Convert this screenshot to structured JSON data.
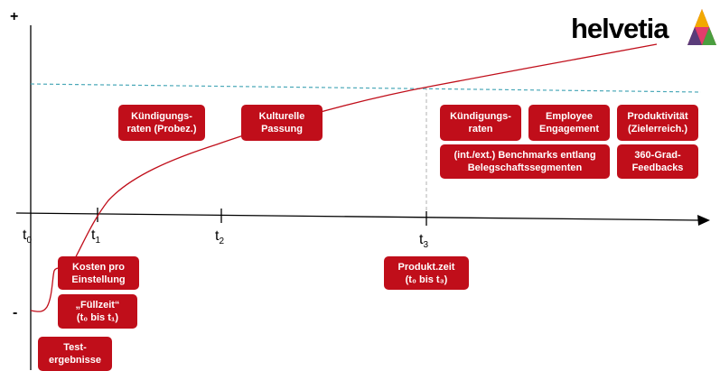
{
  "axis": {
    "plus": "+",
    "minus": "-",
    "t0": {
      "main": "t",
      "sub": "0"
    },
    "t1": {
      "main": "t",
      "sub": "1"
    },
    "t2": {
      "main": "t",
      "sub": "2"
    },
    "t3": {
      "main": "t",
      "sub": "3"
    }
  },
  "logo": {
    "text": "helvetia",
    "colors": [
      "#c00e1a",
      "#e23d6c",
      "#5a3c7a",
      "#4a9e3f",
      "#f2a900"
    ]
  },
  "boxes": {
    "kuendigungsraten_probez": [
      "Kündigungs-",
      "raten (Probez.)"
    ],
    "kulturelle_passung": [
      "Kulturelle",
      "Passung"
    ],
    "kuendigungsraten": [
      "Kündigungs-",
      "raten"
    ],
    "employee_engagement": [
      "Employee",
      "Engagement"
    ],
    "produktivitaet": [
      "Produktivität",
      "(Zielerreich.)"
    ],
    "benchmarks": [
      "(int./ext.) Benchmarks entlang",
      "Belegschaftssegmenten"
    ],
    "feedbacks": [
      "360-Grad-",
      "Feedbacks"
    ],
    "kosten": [
      "Kosten pro",
      "Einstellung"
    ],
    "fuellzeit": [
      "„Füllzeit“",
      "(t₀ bis t₁)"
    ],
    "produktzeit": [
      "Produkt.zeit",
      "(t₀ bis t₃)"
    ],
    "testergebnisse": [
      "Test-",
      "ergebnisse"
    ]
  },
  "colors": {
    "accent": "#c00e1a",
    "dashed_line": "#4aa8b8",
    "axis": "#000000"
  }
}
